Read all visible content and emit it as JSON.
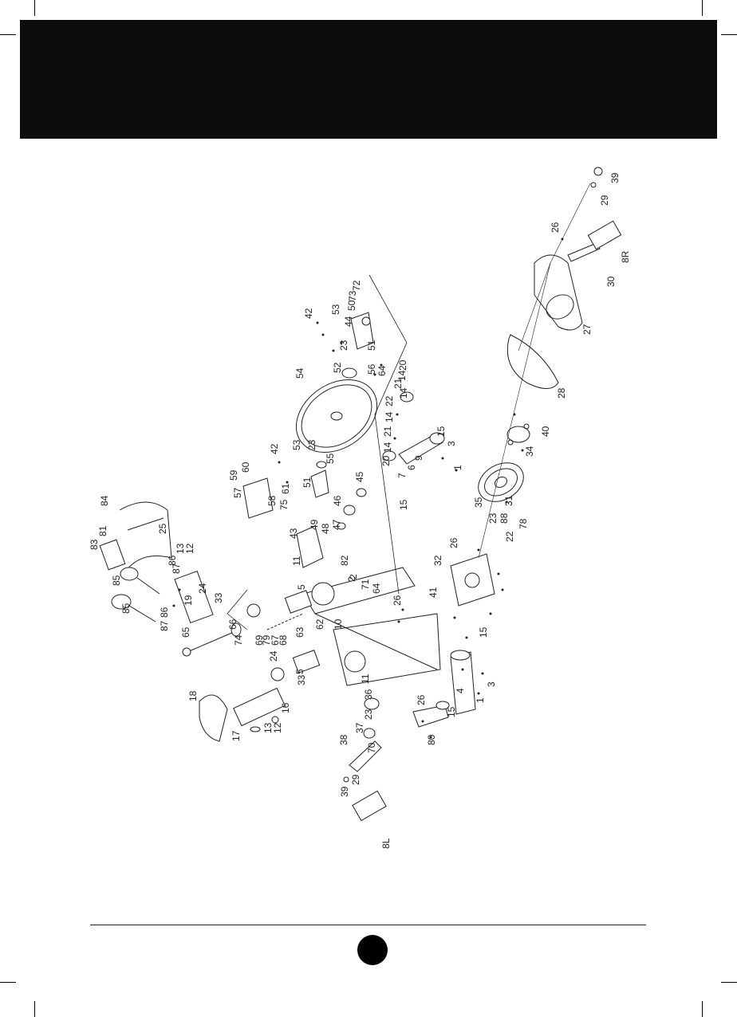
{
  "header": {
    "color": "#0d0d0d"
  },
  "diagram": {
    "callouts": [
      {
        "id": "c39a",
        "text": "39"
      },
      {
        "id": "c29a",
        "text": "29"
      },
      {
        "id": "c26a",
        "text": "26"
      },
      {
        "id": "c8R",
        "text": "8R"
      },
      {
        "id": "c30",
        "text": "30"
      },
      {
        "id": "c27",
        "text": "27"
      },
      {
        "id": "c28",
        "text": "28"
      },
      {
        "id": "c40",
        "text": "40"
      },
      {
        "id": "c34",
        "text": "34"
      },
      {
        "id": "c31",
        "text": "31"
      },
      {
        "id": "c78",
        "text": "78"
      },
      {
        "id": "c88",
        "text": "88"
      },
      {
        "id": "c22a",
        "text": "22"
      },
      {
        "id": "c23a",
        "text": "23"
      },
      {
        "id": "c35",
        "text": "35"
      },
      {
        "id": "c26b",
        "text": "26"
      },
      {
        "id": "c32",
        "text": "32"
      },
      {
        "id": "c41",
        "text": "41"
      },
      {
        "id": "c15a",
        "text": "15"
      },
      {
        "id": "c15b",
        "text": "15"
      },
      {
        "id": "c15c",
        "text": "15"
      },
      {
        "id": "c15d",
        "text": "15"
      },
      {
        "id": "c1a",
        "text": "1"
      },
      {
        "id": "c1b",
        "text": "1"
      },
      {
        "id": "c3a",
        "text": "3"
      },
      {
        "id": "c3b",
        "text": "3"
      },
      {
        "id": "c4",
        "text": "4"
      },
      {
        "id": "c6",
        "text": "6"
      },
      {
        "id": "c7",
        "text": "7"
      },
      {
        "id": "c9",
        "text": "9"
      },
      {
        "id": "c2",
        "text": "2"
      },
      {
        "id": "c26c",
        "text": "26"
      },
      {
        "id": "c26d",
        "text": "26"
      },
      {
        "id": "c80",
        "text": "80"
      },
      {
        "id": "c72",
        "text": "72"
      },
      {
        "id": "c73",
        "text": "73"
      },
      {
        "id": "c50",
        "text": "50"
      },
      {
        "id": "c44",
        "text": "44"
      },
      {
        "id": "c53a",
        "text": "53"
      },
      {
        "id": "c42a",
        "text": "42"
      },
      {
        "id": "c51a",
        "text": "51"
      },
      {
        "id": "c23b",
        "text": "23"
      },
      {
        "id": "c52",
        "text": "52"
      },
      {
        "id": "c56",
        "text": "56"
      },
      {
        "id": "c64a",
        "text": "64"
      },
      {
        "id": "c20a",
        "text": "20"
      },
      {
        "id": "c14a",
        "text": "14"
      },
      {
        "id": "c21a",
        "text": "21"
      },
      {
        "id": "c14b",
        "text": "14"
      },
      {
        "id": "c22b",
        "text": "22"
      },
      {
        "id": "c14c",
        "text": "14"
      },
      {
        "id": "c21b",
        "text": "21"
      },
      {
        "id": "c14d",
        "text": "14"
      },
      {
        "id": "c20b",
        "text": "20"
      },
      {
        "id": "c54",
        "text": "54"
      },
      {
        "id": "c53b",
        "text": "53"
      },
      {
        "id": "c42b",
        "text": "42"
      },
      {
        "id": "c23c",
        "text": "23"
      },
      {
        "id": "c55",
        "text": "55"
      },
      {
        "id": "c51b",
        "text": "51"
      },
      {
        "id": "c59",
        "text": "59"
      },
      {
        "id": "c60",
        "text": "60"
      },
      {
        "id": "c57",
        "text": "57"
      },
      {
        "id": "c58",
        "text": "58"
      },
      {
        "id": "c75",
        "text": "75"
      },
      {
        "id": "c61",
        "text": "61"
      },
      {
        "id": "c45",
        "text": "45"
      },
      {
        "id": "c46",
        "text": "46"
      },
      {
        "id": "c47",
        "text": "47"
      },
      {
        "id": "c48",
        "text": "48"
      },
      {
        "id": "c43",
        "text": "43"
      },
      {
        "id": "c49",
        "text": "49"
      },
      {
        "id": "c11a",
        "text": "11"
      },
      {
        "id": "c82",
        "text": "82"
      },
      {
        "id": "c2b",
        "text": "2"
      },
      {
        "id": "c71",
        "text": "71"
      },
      {
        "id": "c64b",
        "text": "64"
      },
      {
        "id": "c10",
        "text": "10"
      },
      {
        "id": "c84",
        "text": "84"
      },
      {
        "id": "c81",
        "text": "81"
      },
      {
        "id": "c83",
        "text": "83"
      },
      {
        "id": "c25",
        "text": "25"
      },
      {
        "id": "c13a",
        "text": "13"
      },
      {
        "id": "c12a",
        "text": "12"
      },
      {
        "id": "c86a",
        "text": "86"
      },
      {
        "id": "c87a",
        "text": "87"
      },
      {
        "id": "c85a",
        "text": "85"
      },
      {
        "id": "c85b",
        "text": "85"
      },
      {
        "id": "c86b",
        "text": "86"
      },
      {
        "id": "c87b",
        "text": "87"
      },
      {
        "id": "c19",
        "text": "19"
      },
      {
        "id": "c24a",
        "text": "24"
      },
      {
        "id": "c33a",
        "text": "33"
      },
      {
        "id": "c5a",
        "text": "5"
      },
      {
        "id": "c62",
        "text": "62"
      },
      {
        "id": "c63",
        "text": "63"
      },
      {
        "id": "c68",
        "text": "68"
      },
      {
        "id": "c67",
        "text": "67"
      },
      {
        "id": "c79",
        "text": "79"
      },
      {
        "id": "c69",
        "text": "69"
      },
      {
        "id": "c74",
        "text": "74"
      },
      {
        "id": "c66",
        "text": "66"
      },
      {
        "id": "c65",
        "text": "65"
      },
      {
        "id": "c24b",
        "text": "24"
      },
      {
        "id": "c33b",
        "text": "33"
      },
      {
        "id": "c5b",
        "text": "5"
      },
      {
        "id": "c11b",
        "text": "11"
      },
      {
        "id": "c36",
        "text": "36"
      },
      {
        "id": "c23d",
        "text": "23"
      },
      {
        "id": "c37",
        "text": "37"
      },
      {
        "id": "c70",
        "text": "70"
      },
      {
        "id": "c38",
        "text": "38"
      },
      {
        "id": "c29b",
        "text": "29"
      },
      {
        "id": "c39b",
        "text": "39"
      },
      {
        "id": "c8L",
        "text": "8L"
      },
      {
        "id": "c18",
        "text": "18"
      },
      {
        "id": "c16",
        "text": "16"
      },
      {
        "id": "c17",
        "text": "17"
      },
      {
        "id": "c13b",
        "text": "13"
      },
      {
        "id": "c12b",
        "text": "12"
      }
    ]
  }
}
